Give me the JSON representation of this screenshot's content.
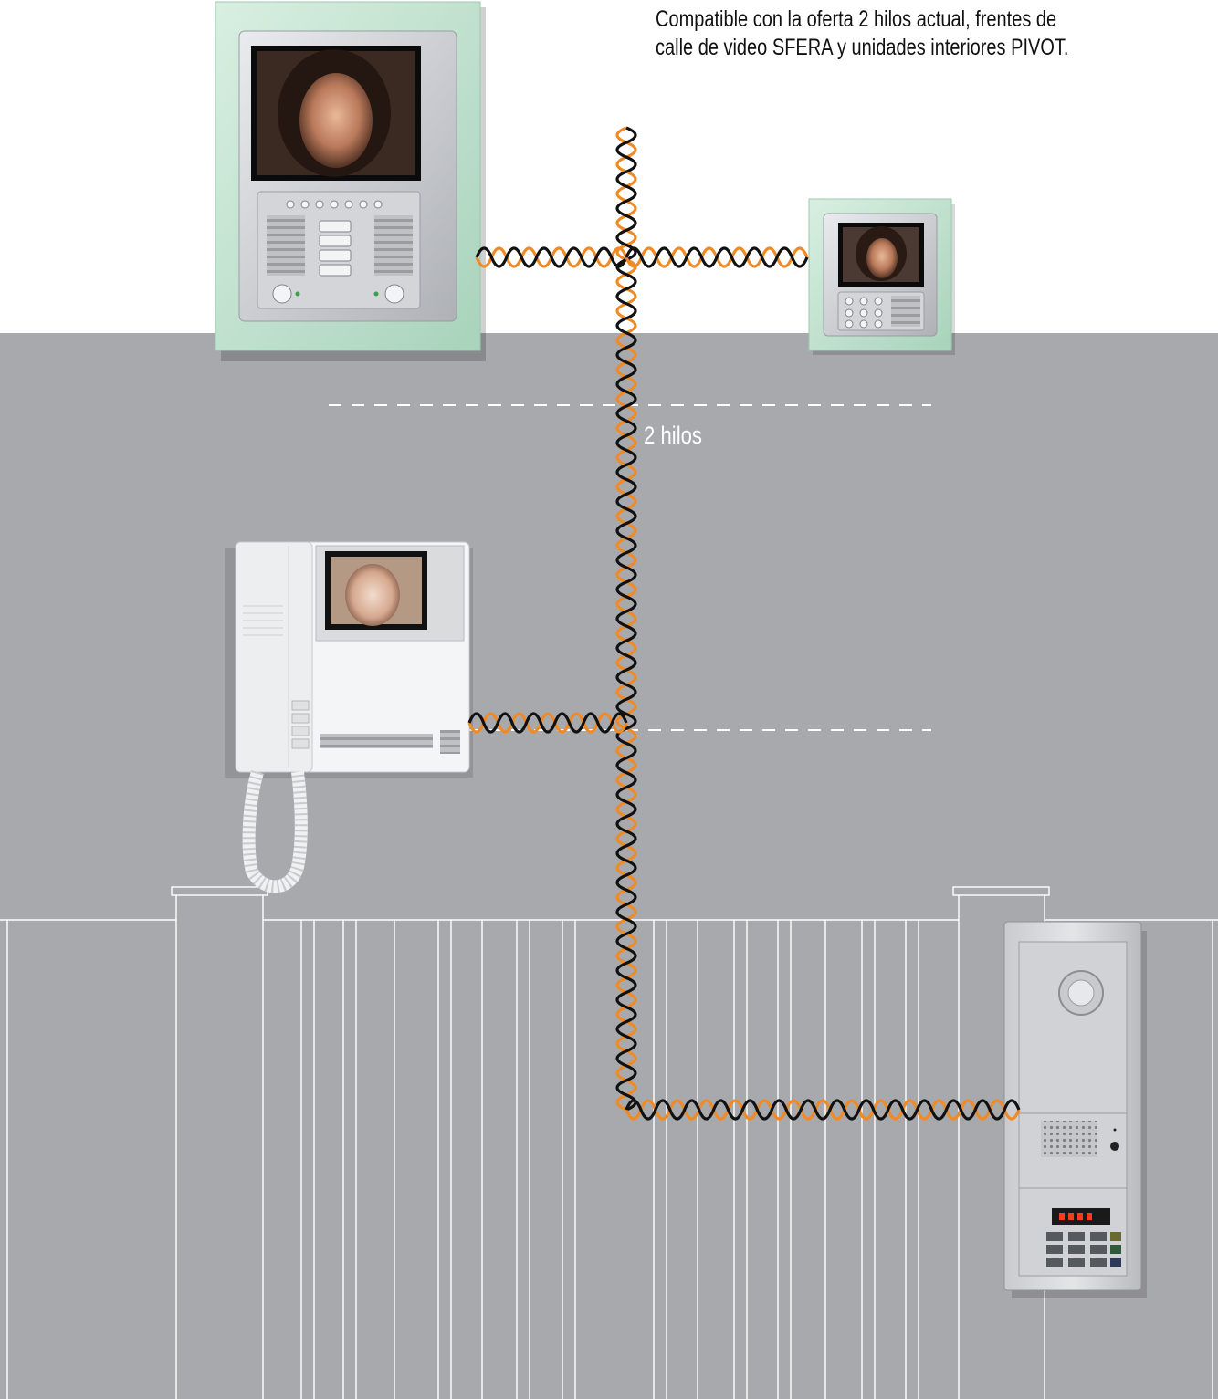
{
  "caption": {
    "line1": "Compatible con la oferta 2 hilos actual, frentes de",
    "line2": "calle de video SFERA y unidades interiores PIVOT."
  },
  "bus_label": "2 hilos",
  "colors": {
    "background_top": "#ffffff",
    "background_building": "#a8a9ad",
    "wire_orange": "#f08a24",
    "wire_black": "#111111",
    "floor_separator": "#ffffff",
    "frame_mint": "#bfe0cc"
  },
  "devices": [
    {
      "id": "large-flush-video-monitor",
      "icon": "video-monitor-flush-large"
    },
    {
      "id": "small-flush-video-monitor",
      "icon": "video-monitor-flush-small"
    },
    {
      "id": "handset-video-monitor",
      "icon": "video-handset-monitor"
    },
    {
      "id": "door-entry-panel",
      "icon": "outdoor-entrance-panel"
    }
  ]
}
